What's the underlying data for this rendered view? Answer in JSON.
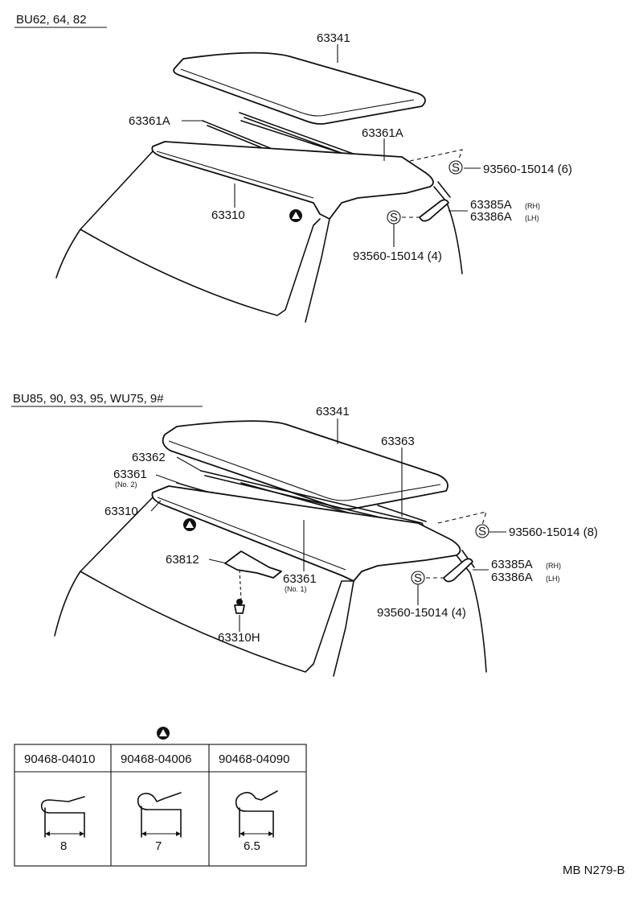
{
  "section1": {
    "header": "BU62, 64, 82",
    "labels": {
      "rear_panel": "63341",
      "rail_a_left": "63361A",
      "rail_a_right": "63361A",
      "roof_panel": "63310",
      "screw_top": "93560-15014 (6)",
      "bracket_rh": "63385A",
      "bracket_rh_side": "(RH)",
      "bracket_lh": "63386A",
      "bracket_lh_side": "(LH)",
      "screw_bottom": "93560-15014 (4)"
    }
  },
  "section2": {
    "header": "BU85, 90, 93, 95, WU75, 9#",
    "labels": {
      "rear_panel": "63341",
      "rail_63363": "63363",
      "rail_63362": "63362",
      "rail_no2": "63361",
      "rail_no2_sub": "(No. 2)",
      "roof_panel": "63310",
      "screw_top": "93560-15014 (8)",
      "lamp": "63812",
      "rail_no1": "63361",
      "rail_no1_sub": "(No. 1)",
      "bracket_rh": "63385A",
      "bracket_rh_side": "(RH)",
      "bracket_lh": "63386A",
      "bracket_lh_side": "(LH)",
      "screw_bottom": "93560-15014 (4)",
      "clip": "63310H"
    }
  },
  "clip_table": {
    "columns": [
      {
        "part_no": "90468-04010",
        "dimension": "8"
      },
      {
        "part_no": "90468-04006",
        "dimension": "7"
      },
      {
        "part_no": "90468-04090",
        "dimension": "6.5"
      }
    ]
  },
  "screw_symbol": "S",
  "footer_code": "MB N279-B"
}
